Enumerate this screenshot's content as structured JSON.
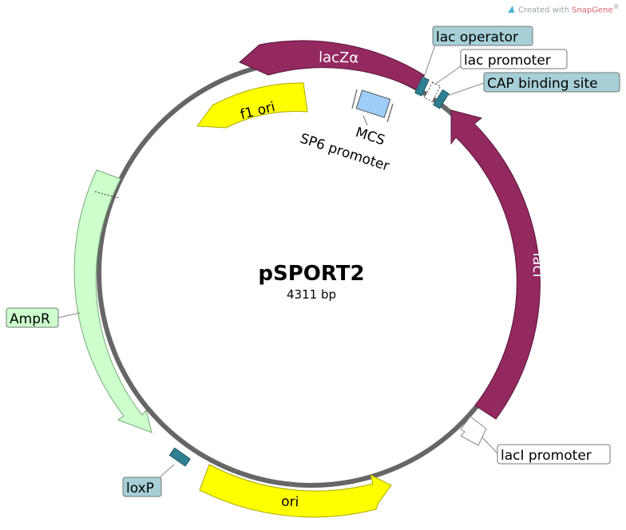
{
  "plasmid": {
    "name": "pSPORT2",
    "length": "4311 bp"
  },
  "watermark": {
    "prefix": "Created with ",
    "brand": "SnapGene",
    "mark": "®"
  },
  "features": {
    "lacZa": "lacZα",
    "f1ori": "f1 ori",
    "lacI": "lacI",
    "ori": "ori",
    "mcs": "MCS",
    "sp6": "SP6 promoter"
  },
  "callouts": {
    "lac_operator": "lac operator",
    "lac_promoter": "lac promoter",
    "cap_site": "CAP binding site",
    "ampr": "AmpR",
    "loxp": "loxP",
    "laci_promoter": "lacI promoter"
  },
  "colors": {
    "backbone": "#666666",
    "lacZa": "#93295f",
    "lacI": "#93295f",
    "f1ori": "#ffff00",
    "ori": "#ffff00",
    "ampr": "#ccffcc",
    "site": "#2e7f92",
    "callout_fill": "#a6cfd6",
    "callout_plain": "#ffffff",
    "ampr_callout": "#ccffcc",
    "mcs": "#9fcdfa"
  }
}
